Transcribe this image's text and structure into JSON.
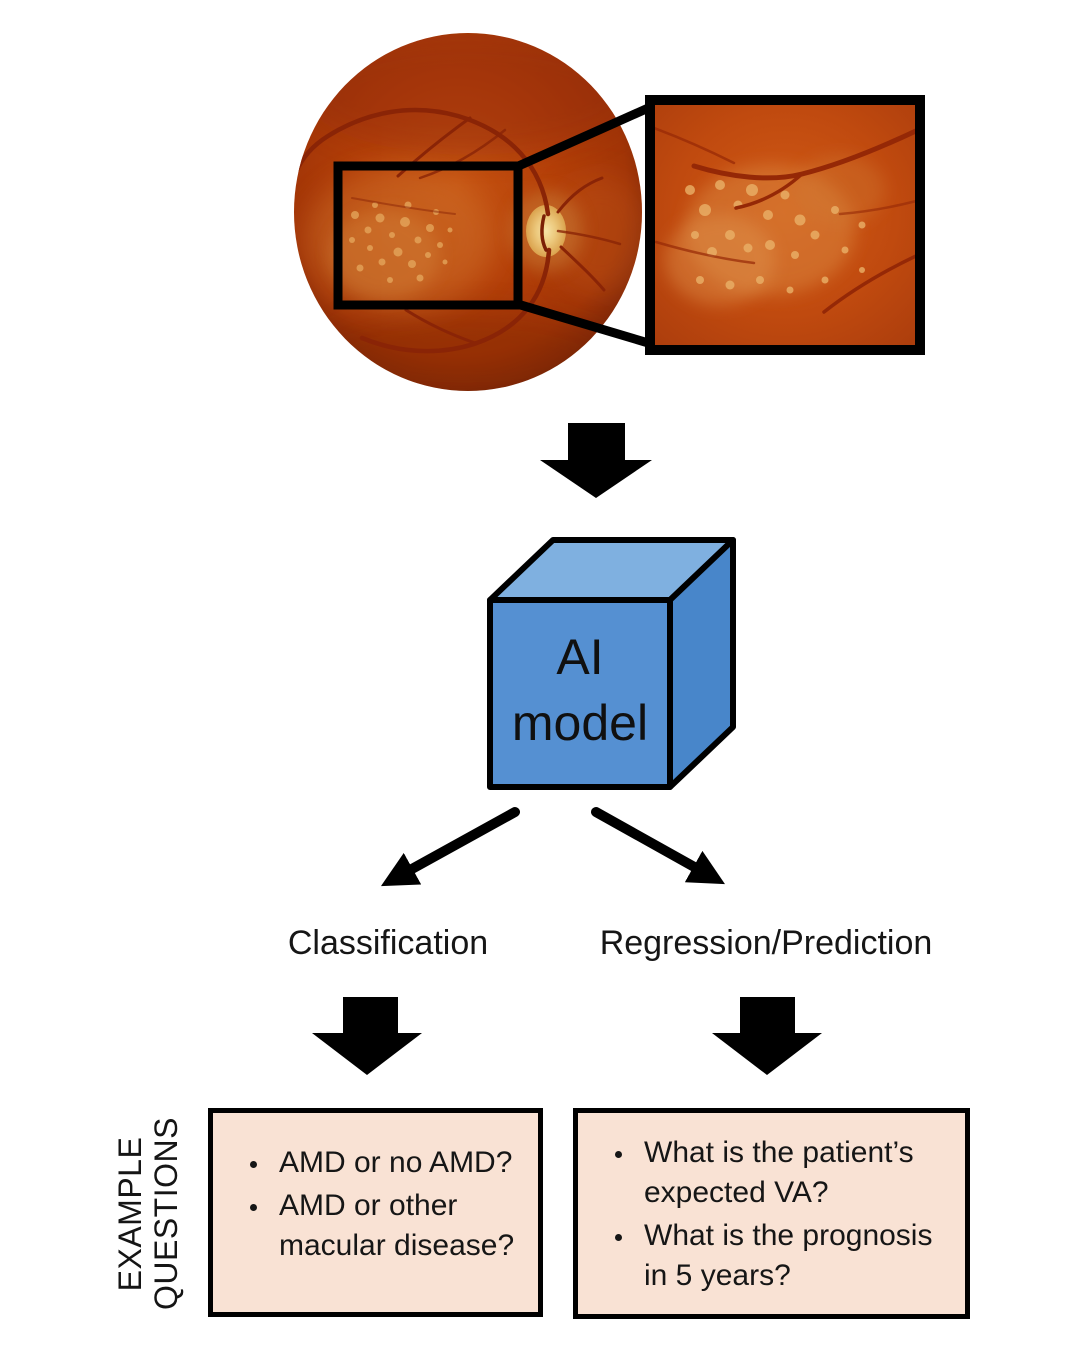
{
  "figure": {
    "input_visual": "retinal-fundus-photograph-with-magnified-inset",
    "ai_model": {
      "label_line1": "AI",
      "label_line2": "model"
    },
    "branch_labels": {
      "classification": "Classification",
      "regression": "Regression/Prediction"
    },
    "row_label": {
      "line1": "EXAMPLE",
      "line2": "QUESTIONS"
    },
    "classification_questions": [
      "AMD or no AMD?",
      "AMD or other macular disease?"
    ],
    "regression_questions": [
      "What is the patient’s expected VA?",
      "What is the prognosis in 5 years?"
    ],
    "colors": {
      "background": "#ffffff",
      "outline": "#000000",
      "arrow": "#000000",
      "cube_front": "#5590d2",
      "cube_top": "#7fb0e0",
      "cube_side": "#4886ca",
      "question_box_fill": "#f9e2d4",
      "fundus_base": "#b54009",
      "fundus_edge": "#672007",
      "optic_disc": "#ecc87c",
      "vessel": "#8a2406",
      "text": "#161616"
    }
  }
}
